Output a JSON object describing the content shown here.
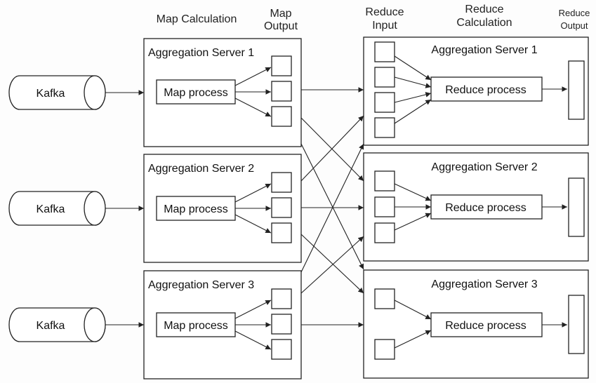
{
  "headers": {
    "map_calculation": "Map Calculation",
    "map_output": [
      "Map",
      "Output"
    ],
    "reduce_input": [
      "Reduce",
      "Input"
    ],
    "reduce_calculation": [
      "Reduce",
      "Calculation"
    ],
    "reduce_output": [
      "Reduce",
      "Output"
    ]
  },
  "sources": [
    {
      "label": "Kafka"
    },
    {
      "label": "Kafka"
    },
    {
      "label": "Kafka"
    }
  ],
  "map_servers": [
    {
      "title": "Aggregation Server 1",
      "process": "Map process",
      "outputs": 3
    },
    {
      "title": "Aggregation Server 2",
      "process": "Map process",
      "outputs": 3
    },
    {
      "title": "Aggregation Server 3",
      "process": "Map process",
      "outputs": 3
    }
  ],
  "reduce_servers": [
    {
      "title": "Aggregation Server 1",
      "process": "Reduce process",
      "inputs": 4
    },
    {
      "title": "Aggregation Server 2",
      "process": "Reduce process",
      "inputs": 3
    },
    {
      "title": "Aggregation Server 3",
      "process": "Reduce process",
      "inputs": 2
    }
  ],
  "colors": {
    "stroke": "#222222",
    "background": "#ffffff"
  }
}
